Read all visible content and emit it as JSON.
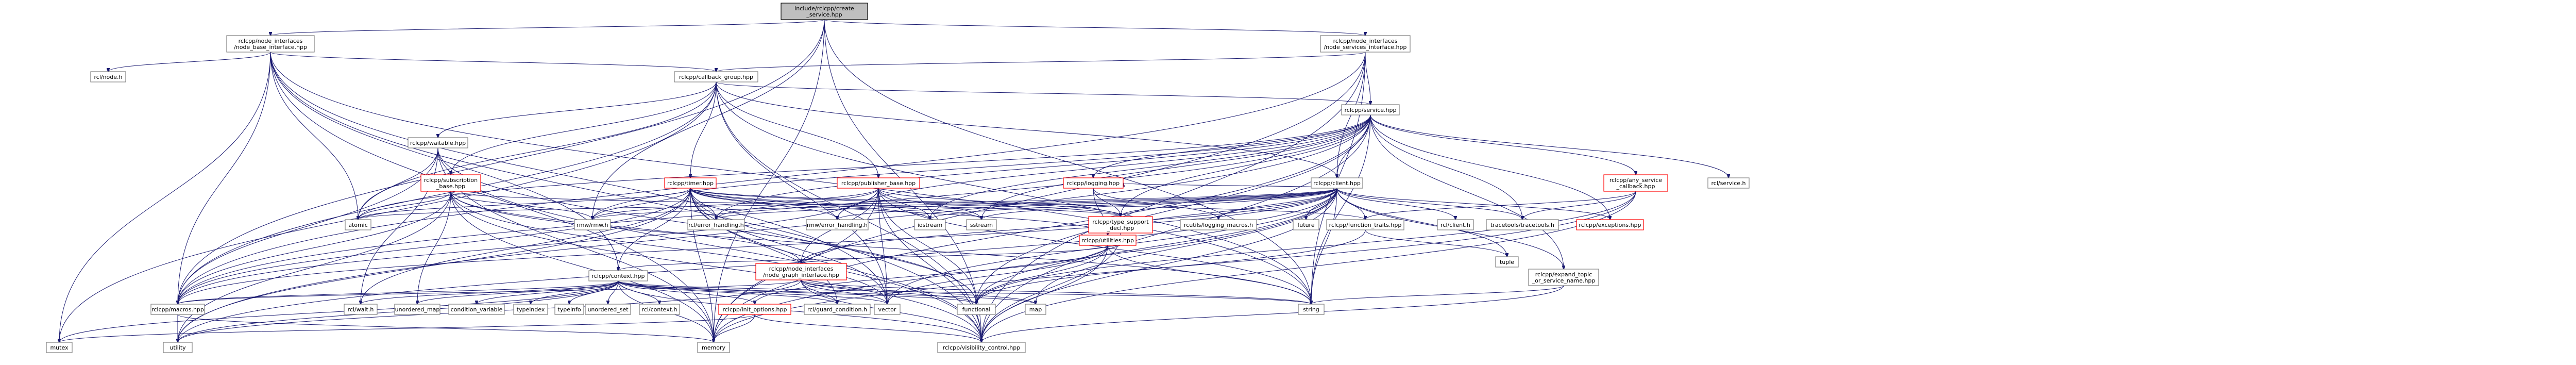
{
  "graph": {
    "edge_color": "#191970",
    "node_border_color": "#7f7f7f",
    "missing_border_color": "#ff0000",
    "root_fill_color": "#bfbfbf",
    "nodes": [
      {
        "id": "root",
        "lines": [
          "include/rclcpp/create",
          "_service.hpp"
        ],
        "kind": "root"
      },
      {
        "id": "nbi",
        "lines": [
          "rclcpp/node_interfaces",
          "/node_base_interface.hpp"
        ],
        "kind": "link"
      },
      {
        "id": "nsi",
        "lines": [
          "rclcpp/node_interfaces",
          "/node_services_interface.hpp"
        ],
        "kind": "link"
      },
      {
        "id": "rcl_node",
        "lines": [
          "rcl/node.h"
        ],
        "kind": "plain"
      },
      {
        "id": "cbg",
        "lines": [
          "rclcpp/callback_group.hpp"
        ],
        "kind": "link"
      },
      {
        "id": "service",
        "lines": [
          "rclcpp/service.hpp"
        ],
        "kind": "link"
      },
      {
        "id": "waitable",
        "lines": [
          "rclcpp/waitable.hpp"
        ],
        "kind": "link"
      },
      {
        "id": "subscription",
        "lines": [
          "rclcpp/subscription",
          "_base.hpp"
        ],
        "kind": "red"
      },
      {
        "id": "timer",
        "lines": [
          "rclcpp/timer.hpp"
        ],
        "kind": "red"
      },
      {
        "id": "pubbase",
        "lines": [
          "rclcpp/publisher_base.hpp"
        ],
        "kind": "red"
      },
      {
        "id": "logging",
        "lines": [
          "rclcpp/logging.hpp"
        ],
        "kind": "red"
      },
      {
        "id": "client",
        "lines": [
          "rclcpp/client.hpp"
        ],
        "kind": "link"
      },
      {
        "id": "anysvc",
        "lines": [
          "rclcpp/any_service",
          "_callback.hpp"
        ],
        "kind": "red"
      },
      {
        "id": "rcl_service",
        "lines": [
          "rcl/service.h"
        ],
        "kind": "plain"
      },
      {
        "id": "atomic",
        "lines": [
          "atomic"
        ],
        "kind": "plain"
      },
      {
        "id": "rmw_rmw",
        "lines": [
          "rmw/rmw.h"
        ],
        "kind": "plain"
      },
      {
        "id": "rcl_errh",
        "lines": [
          "rcl/error_handling.h"
        ],
        "kind": "plain"
      },
      {
        "id": "rmw_errh",
        "lines": [
          "rmw/error_handling.h"
        ],
        "kind": "plain"
      },
      {
        "id": "iostream",
        "lines": [
          "iostream"
        ],
        "kind": "plain"
      },
      {
        "id": "sstream",
        "lines": [
          "sstream"
        ],
        "kind": "plain"
      },
      {
        "id": "typesupport",
        "lines": [
          "rclcpp/type_support",
          "_decl.hpp"
        ],
        "kind": "red"
      },
      {
        "id": "rcutils_log",
        "lines": [
          "rcutils/logging_macros.h"
        ],
        "kind": "plain"
      },
      {
        "id": "utilities",
        "lines": [
          "rclcpp/utilities.hpp"
        ],
        "kind": "red"
      },
      {
        "id": "future",
        "lines": [
          "future"
        ],
        "kind": "plain"
      },
      {
        "id": "functraits",
        "lines": [
          "rclcpp/function_traits.hpp"
        ],
        "kind": "link"
      },
      {
        "id": "rcl_client",
        "lines": [
          "rcl/client.h"
        ],
        "kind": "plain"
      },
      {
        "id": "tracetools",
        "lines": [
          "tracetools/tracetools.h"
        ],
        "kind": "plain"
      },
      {
        "id": "exceptions",
        "lines": [
          "rclcpp/exceptions.hpp"
        ],
        "kind": "red"
      },
      {
        "id": "context",
        "lines": [
          "rclcpp/context.hpp"
        ],
        "kind": "link"
      },
      {
        "id": "ngi",
        "lines": [
          "rclcpp/node_interfaces",
          "/node_graph_interface.hpp"
        ],
        "kind": "red"
      },
      {
        "id": "expand",
        "lines": [
          "rclcpp/expand_topic",
          "_or_service_name.hpp"
        ],
        "kind": "link"
      },
      {
        "id": "tuple",
        "lines": [
          "tuple"
        ],
        "kind": "plain"
      },
      {
        "id": "macros",
        "lines": [
          "rclcpp/macros.hpp"
        ],
        "kind": "link"
      },
      {
        "id": "rcl_wait",
        "lines": [
          "rcl/wait.h"
        ],
        "kind": "plain"
      },
      {
        "id": "unordered_map",
        "lines": [
          "unordered_map"
        ],
        "kind": "plain"
      },
      {
        "id": "condvar",
        "lines": [
          "condition_variable"
        ],
        "kind": "plain"
      },
      {
        "id": "typeindex",
        "lines": [
          "typeindex"
        ],
        "kind": "plain"
      },
      {
        "id": "typeinfo",
        "lines": [
          "typeinfo"
        ],
        "kind": "plain"
      },
      {
        "id": "unordered_set",
        "lines": [
          "unordered_set"
        ],
        "kind": "plain"
      },
      {
        "id": "rcl_context",
        "lines": [
          "rcl/context.h"
        ],
        "kind": "plain"
      },
      {
        "id": "initoptions",
        "lines": [
          "rclcpp/init_options.hpp"
        ],
        "kind": "red"
      },
      {
        "id": "guardcond",
        "lines": [
          "rcl/guard_condition.h"
        ],
        "kind": "plain"
      },
      {
        "id": "vector",
        "lines": [
          "vector"
        ],
        "kind": "plain"
      },
      {
        "id": "functional",
        "lines": [
          "functional"
        ],
        "kind": "plain"
      },
      {
        "id": "map",
        "lines": [
          "map"
        ],
        "kind": "plain"
      },
      {
        "id": "string",
        "lines": [
          "string"
        ],
        "kind": "plain"
      },
      {
        "id": "mutex",
        "lines": [
          "mutex"
        ],
        "kind": "plain"
      },
      {
        "id": "utility",
        "lines": [
          "utility"
        ],
        "kind": "plain"
      },
      {
        "id": "memory",
        "lines": [
          "memory"
        ],
        "kind": "plain"
      },
      {
        "id": "visibility",
        "lines": [
          "rclcpp/visibility_control.hpp"
        ],
        "kind": "link"
      }
    ],
    "edges": [
      [
        "root",
        "nbi"
      ],
      [
        "root",
        "nsi"
      ],
      [
        "root",
        "rmw_rmw"
      ],
      [
        "root",
        "memory"
      ],
      [
        "root",
        "string"
      ],
      [
        "root",
        "visibility"
      ],
      [
        "root",
        "macros"
      ],
      [
        "nbi",
        "rcl_node"
      ],
      [
        "nbi",
        "cbg"
      ],
      [
        "nbi",
        "context"
      ],
      [
        "nbi",
        "macros"
      ],
      [
        "nbi",
        "visibility"
      ],
      [
        "nbi",
        "memory"
      ],
      [
        "nbi",
        "mutex"
      ],
      [
        "nbi",
        "string"
      ],
      [
        "nbi",
        "vector"
      ],
      [
        "nbi",
        "atomic"
      ],
      [
        "nsi",
        "cbg"
      ],
      [
        "nsi",
        "client"
      ],
      [
        "nsi",
        "service"
      ],
      [
        "nsi",
        "macros"
      ],
      [
        "nsi",
        "visibility"
      ],
      [
        "nsi",
        "memory"
      ],
      [
        "nsi",
        "string"
      ],
      [
        "cbg",
        "waitable"
      ],
      [
        "cbg",
        "subscription"
      ],
      [
        "cbg",
        "timer"
      ],
      [
        "cbg",
        "pubbase"
      ],
      [
        "cbg",
        "service"
      ],
      [
        "cbg",
        "client"
      ],
      [
        "cbg",
        "atomic"
      ],
      [
        "cbg",
        "mutex"
      ],
      [
        "cbg",
        "vector"
      ],
      [
        "cbg",
        "macros"
      ],
      [
        "cbg",
        "visibility"
      ],
      [
        "cbg",
        "string"
      ],
      [
        "service",
        "anysvc"
      ],
      [
        "service",
        "rcl_service"
      ],
      [
        "service",
        "logging"
      ],
      [
        "service",
        "client"
      ],
      [
        "service",
        "atomic"
      ],
      [
        "service",
        "rmw_rmw"
      ],
      [
        "service",
        "rcl_errh"
      ],
      [
        "service",
        "iostream"
      ],
      [
        "service",
        "sstream"
      ],
      [
        "service",
        "typesupport"
      ],
      [
        "service",
        "exceptions"
      ],
      [
        "service",
        "tracetools"
      ],
      [
        "service",
        "macros"
      ],
      [
        "service",
        "visibility"
      ],
      [
        "service",
        "memory"
      ],
      [
        "service",
        "string"
      ],
      [
        "service",
        "functional"
      ],
      [
        "service",
        "utility"
      ],
      [
        "service",
        "expand"
      ],
      [
        "service",
        "rmw_errh"
      ],
      [
        "waitable",
        "atomic"
      ],
      [
        "waitable",
        "rcl_wait"
      ],
      [
        "waitable",
        "macros"
      ],
      [
        "waitable",
        "visibility"
      ],
      [
        "waitable",
        "memory"
      ],
      [
        "waitable",
        "functional"
      ],
      [
        "subscription",
        "atomic"
      ],
      [
        "subscription",
        "rmw_rmw"
      ],
      [
        "subscription",
        "macros"
      ],
      [
        "subscription",
        "visibility"
      ],
      [
        "subscription",
        "memory"
      ],
      [
        "subscription",
        "string"
      ],
      [
        "subscription",
        "unordered_map"
      ],
      [
        "subscription",
        "vector"
      ],
      [
        "subscription",
        "utility"
      ],
      [
        "subscription",
        "typesupport"
      ],
      [
        "subscription",
        "ngi"
      ],
      [
        "timer",
        "atomic"
      ],
      [
        "timer",
        "rmw_rmw"
      ],
      [
        "timer",
        "rcl_errh"
      ],
      [
        "timer",
        "rmw_errh"
      ],
      [
        "timer",
        "iostream"
      ],
      [
        "timer",
        "sstream"
      ],
      [
        "timer",
        "context"
      ],
      [
        "timer",
        "utilities"
      ],
      [
        "timer",
        "macros"
      ],
      [
        "timer",
        "visibility"
      ],
      [
        "timer",
        "functional"
      ],
      [
        "timer",
        "memory"
      ],
      [
        "timer",
        "utility"
      ],
      [
        "timer",
        "vector"
      ],
      [
        "timer",
        "rcl_wait"
      ],
      [
        "timer",
        "guardcond"
      ],
      [
        "timer",
        "functraits"
      ],
      [
        "timer",
        "typesupport"
      ],
      [
        "pubbase",
        "rmw_rmw"
      ],
      [
        "pubbase",
        "rcl_errh"
      ],
      [
        "pubbase",
        "iostream"
      ],
      [
        "pubbase",
        "sstream"
      ],
      [
        "pubbase",
        "typesupport"
      ],
      [
        "pubbase",
        "macros"
      ],
      [
        "pubbase",
        "visibility"
      ],
      [
        "pubbase",
        "memory"
      ],
      [
        "pubbase",
        "string"
      ],
      [
        "pubbase",
        "functional"
      ],
      [
        "pubbase",
        "vector"
      ],
      [
        "pubbase",
        "ngi"
      ],
      [
        "pubbase",
        "rmw_errh"
      ],
      [
        "logging",
        "rcutils_log"
      ],
      [
        "logging",
        "utilities"
      ],
      [
        "logging",
        "typesupport"
      ],
      [
        "client",
        "future"
      ],
      [
        "client",
        "functraits"
      ],
      [
        "client",
        "rcl_client"
      ],
      [
        "client",
        "atomic"
      ],
      [
        "client",
        "rmw_rmw"
      ],
      [
        "client",
        "rcl_errh"
      ],
      [
        "client",
        "rmw_errh"
      ],
      [
        "client",
        "iostream"
      ],
      [
        "client",
        "sstream"
      ],
      [
        "client",
        "utilities"
      ],
      [
        "client",
        "ngi"
      ],
      [
        "client",
        "typesupport"
      ],
      [
        "client",
        "exceptions"
      ],
      [
        "client",
        "tracetools"
      ],
      [
        "client",
        "expand"
      ],
      [
        "client",
        "macros"
      ],
      [
        "client",
        "visibility"
      ],
      [
        "client",
        "memory"
      ],
      [
        "client",
        "string"
      ],
      [
        "client",
        "functional"
      ],
      [
        "client",
        "map"
      ],
      [
        "client",
        "utility"
      ],
      [
        "client",
        "tuple"
      ],
      [
        "client",
        "logging"
      ],
      [
        "client",
        "rcutils_log"
      ],
      [
        "client",
        "vector"
      ],
      [
        "anysvc",
        "functraits"
      ],
      [
        "anysvc",
        "tracetools"
      ],
      [
        "anysvc",
        "memory"
      ],
      [
        "anysvc",
        "functional"
      ],
      [
        "anysvc",
        "visibility"
      ],
      [
        "functraits",
        "tuple"
      ],
      [
        "functraits",
        "functional"
      ],
      [
        "typesupport",
        "visibility"
      ],
      [
        "utilities",
        "functional"
      ],
      [
        "utilities",
        "chrono_none"
      ],
      [
        "utilities",
        "string"
      ],
      [
        "utilities",
        "vector"
      ],
      [
        "utilities",
        "visibility"
      ],
      [
        "utilities",
        "context"
      ],
      [
        "utilities",
        "initoptions"
      ],
      [
        "context",
        "macros"
      ],
      [
        "context",
        "rcl_wait"
      ],
      [
        "context",
        "unordered_map"
      ],
      [
        "context",
        "condvar"
      ],
      [
        "context",
        "typeindex"
      ],
      [
        "context",
        "typeinfo"
      ],
      [
        "context",
        "unordered_set"
      ],
      [
        "context",
        "rcl_context"
      ],
      [
        "context",
        "initoptions"
      ],
      [
        "context",
        "guardcond"
      ],
      [
        "context",
        "vector"
      ],
      [
        "context",
        "functional"
      ],
      [
        "context",
        "map"
      ],
      [
        "context",
        "memory"
      ],
      [
        "context",
        "mutex"
      ],
      [
        "context",
        "string"
      ],
      [
        "context",
        "utility"
      ],
      [
        "context",
        "visibility"
      ],
      [
        "ngi",
        "macros"
      ],
      [
        "ngi",
        "visibility"
      ],
      [
        "ngi",
        "guardcond"
      ],
      [
        "ngi",
        "vector"
      ],
      [
        "ngi",
        "map"
      ],
      [
        "ngi",
        "string"
      ],
      [
        "ngi",
        "utility"
      ],
      [
        "ngi",
        "functional"
      ],
      [
        "expand",
        "string"
      ],
      [
        "expand",
        "visibility"
      ],
      [
        "initoptions",
        "memory"
      ],
      [
        "initoptions",
        "mutex"
      ],
      [
        "initoptions",
        "visibility"
      ],
      [
        "macros",
        "memory"
      ],
      [
        "macros",
        "utility"
      ]
    ]
  }
}
